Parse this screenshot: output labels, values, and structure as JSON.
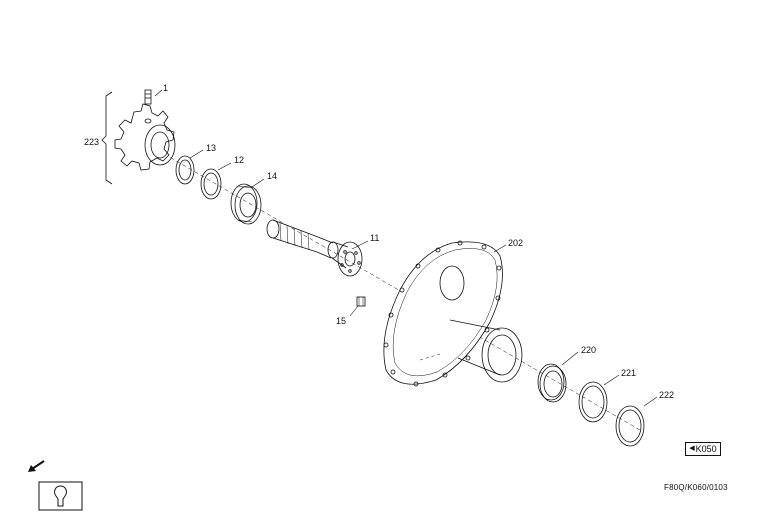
{
  "diagram": {
    "callouts": {
      "c1": "1",
      "c223": "223",
      "c13": "13",
      "c12": "12",
      "c14": "14",
      "c11": "11",
      "c15": "15",
      "c202": "202",
      "c220": "220",
      "c221": "221",
      "c222": "222"
    },
    "reference_tag": "K050",
    "drawing_code": "F80Q/K060/0103",
    "icons": {
      "reference": "left-triangle-icon",
      "arrow": "arrow-down-left-icon",
      "view": "keyhole-view-icon"
    }
  }
}
